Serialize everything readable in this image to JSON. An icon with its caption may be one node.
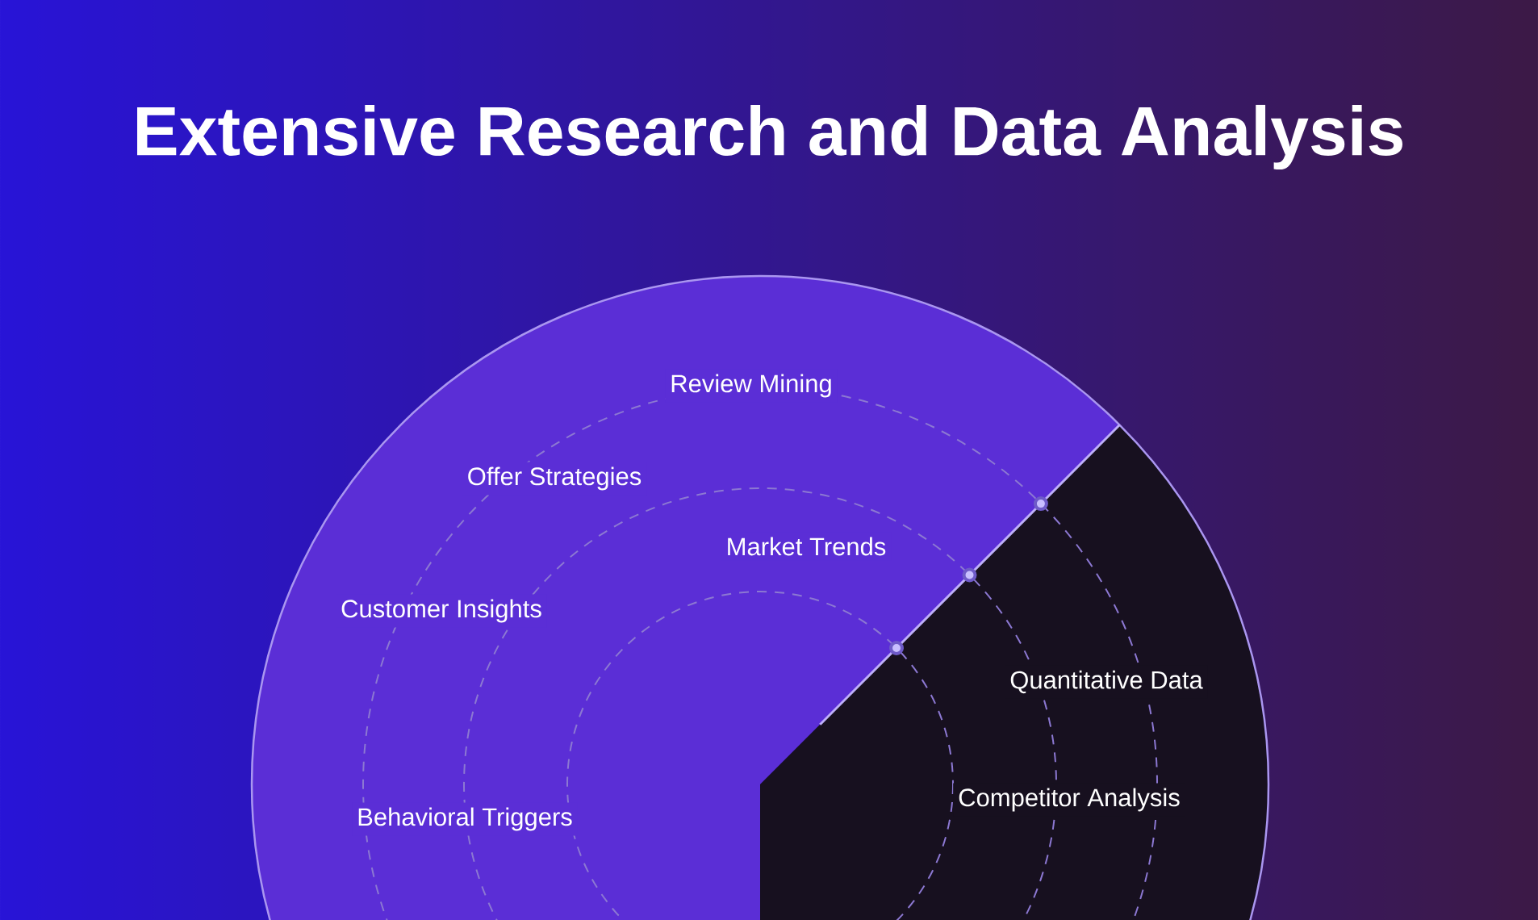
{
  "diagram": {
    "title": "Extensive Research and Data Analysis",
    "labels": [
      "Review Mining",
      "Offer Strategies",
      "Market Trends",
      "Customer Insights",
      "Quantitative Data",
      "Competitor Analysis",
      "Behavioral Triggers"
    ]
  }
}
